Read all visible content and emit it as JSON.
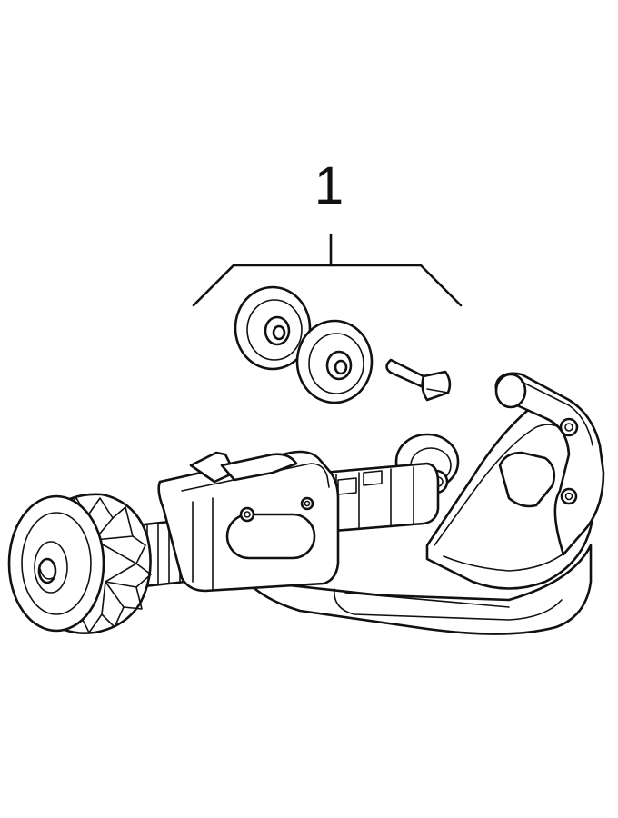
{
  "figure": {
    "callout_label": "1",
    "colors": {
      "line": "#111111",
      "background": "#ffffff"
    },
    "parts": {
      "kit": "callout-1",
      "pipe_cutter": "pipe-cutter-tool"
    }
  }
}
